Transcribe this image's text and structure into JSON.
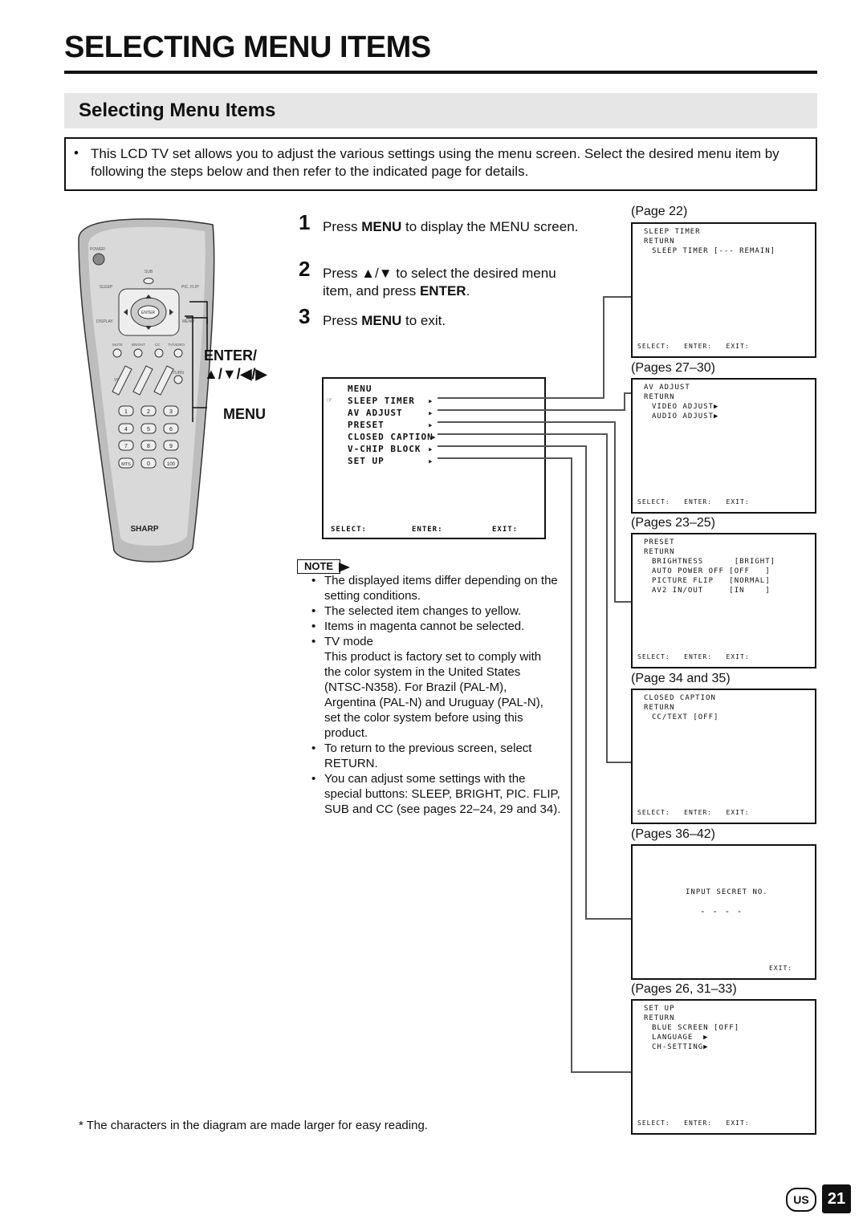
{
  "page_title": "SELECTING MENU ITEMS",
  "section_title": "Selecting Menu Items",
  "intro": {
    "bullet": "•",
    "text": "This LCD TV set allows you to adjust the various settings using the menu screen. Select the desired menu item by following the steps below and then refer to the indicated page for details."
  },
  "steps": [
    {
      "num": "1",
      "pre": "Press ",
      "key": "MENU",
      "post": " to display the MENU screen."
    },
    {
      "num": "2",
      "pre": "Press ▲/▼ to select the desired menu item, and press ",
      "key": "ENTER",
      "post": "."
    },
    {
      "num": "3",
      "pre": "Press ",
      "key": "MENU",
      "post": " to exit."
    }
  ],
  "remote": {
    "brand": "SHARP",
    "label_enter": "ENTER/",
    "label_arrows": "▲/▼/◀/▶",
    "label_menu": "MENU",
    "buttons": {
      "power": "POWER",
      "sub": "SUB",
      "sleep": "SLEEP",
      "pic_flip": "PIC. FLIP",
      "display": "DISPLAY",
      "enter": "ENTER",
      "menu": "MENU",
      "mute": "MUTE",
      "bright": "BRIGHT",
      "cc": "CC",
      "tv_video": "TV/VIDEO",
      "vol": "VOL",
      "ch": "CH",
      "return": "RETURN",
      "keys": [
        "1",
        "2",
        "3",
        "4",
        "5",
        "6",
        "7",
        "8",
        "9",
        "MTS",
        "0",
        "100"
      ]
    }
  },
  "main_menu": {
    "title": "MENU",
    "items": [
      "SLEEP TIMER",
      "AV ADJUST",
      "PRESET",
      "CLOSED CAPTION",
      "V-CHIP BLOCK",
      "SET UP"
    ],
    "footer": {
      "select": "SELECT:",
      "enter": "ENTER:",
      "exit": "EXIT:"
    }
  },
  "note": {
    "label": "NOTE",
    "items": [
      "The displayed items differ depending on the setting conditions.",
      "The selected item changes to yellow.",
      "Items in magenta cannot be selected.",
      "TV mode",
      "To return to the previous screen, select RETURN.",
      "You can adjust some settings with the special buttons: SLEEP, BRIGHT, PIC. FLIP, SUB and CC (see pages 22–24, 29 and 34)."
    ],
    "tv_mode_detail": "This product is factory set to comply with the color system in the United States (NTSC-N358). For Brazil (PAL-M), Argentina (PAL-N) and Uruguay (PAL-N), set the color system before using this product."
  },
  "screens": [
    {
      "page": "(Page 22)",
      "lines": [
        "SLEEP TIMER",
        "RETURN",
        "SLEEP TIMER [--- REMAIN]"
      ],
      "footer": "SELECT:   ENTER:   EXIT:"
    },
    {
      "page": "(Pages 27–30)",
      "lines": [
        "AV ADJUST",
        "RETURN",
        "VIDEO ADJUST▶",
        "AUDIO ADJUST▶"
      ],
      "footer": "SELECT:   ENTER:   EXIT:"
    },
    {
      "page": "(Pages 23–25)",
      "lines": [
        "PRESET",
        "RETURN",
        "BRIGHTNESS      [BRIGHT]",
        "AUTO POWER OFF [OFF   ]",
        "PICTURE FLIP   [NORMAL]",
        "AV2 IN/OUT     [IN    ]"
      ],
      "footer": "SELECT:   ENTER:   EXIT:"
    },
    {
      "page": "(Page 34 and 35)",
      "lines": [
        "CLOSED CAPTION",
        "RETURN",
        "CC/TEXT [OFF]"
      ],
      "footer": "SELECT:   ENTER:   EXIT:"
    },
    {
      "page": "(Pages 36–42)",
      "lines": [
        "INPUT SECRET NO.",
        "- - - -"
      ],
      "footer": "EXIT:"
    },
    {
      "page": "(Pages 26, 31–33)",
      "lines": [
        "SET UP",
        "RETURN",
        "BLUE SCREEN [OFF]",
        "LANGUAGE  ▶",
        "CH-SETTING▶"
      ],
      "footer": "SELECT:   ENTER:   EXIT:"
    }
  ],
  "footnote": "* The characters in the diagram are made larger for easy reading.",
  "region": "US",
  "page_number": "21"
}
